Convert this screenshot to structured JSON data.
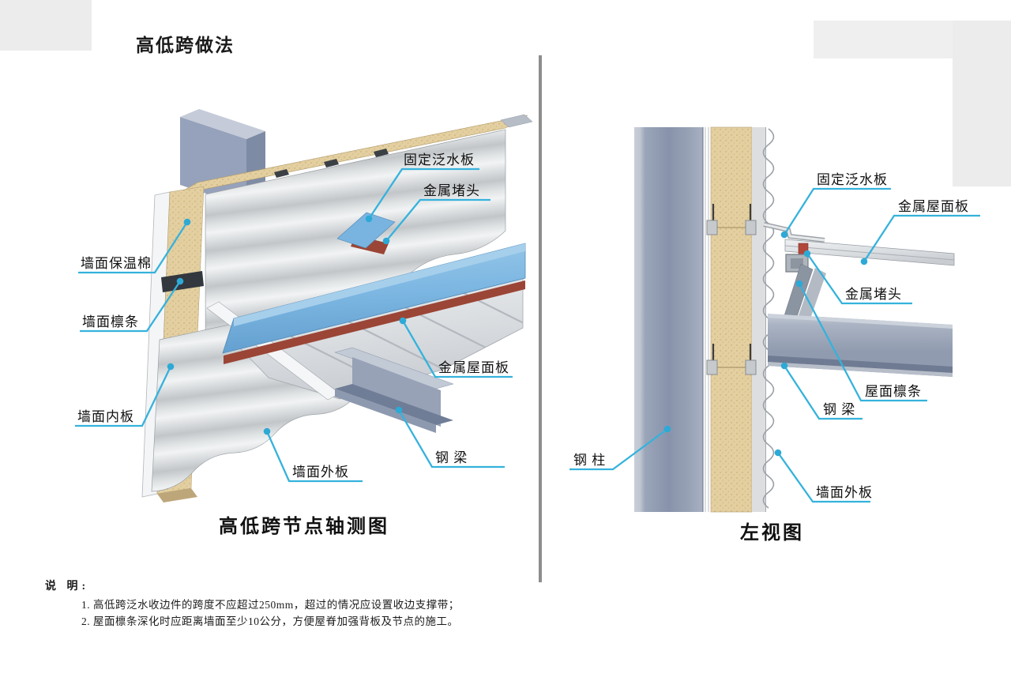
{
  "page": {
    "title": "高低跨做法"
  },
  "left_diagram": {
    "caption": "高低跨节点轴测图",
    "labels": [
      "固定泛水板",
      "金属堵头",
      "墙面保温棉",
      "墙面檩条",
      "墙面内板",
      "金属屋面板",
      "钢 梁",
      "墙面外板"
    ]
  },
  "right_diagram": {
    "caption": "左视图",
    "labels": [
      "固定泛水板",
      "金属屋面板",
      "金属堵头",
      "屋面檩条",
      "钢 梁",
      "墙面外板",
      "钢 柱"
    ]
  },
  "notes": {
    "heading": "说 明:",
    "items": [
      "1. 高低跨泛水收边件的跨度不应超过250mm，超过的情况应设置收边支撑带；",
      "2. 屋面檩条深化时应距离墙面至少10公分，方便屋脊加强背板及节点的施工。"
    ]
  },
  "colors": {
    "leader": "#35b2dc",
    "insulation_tan": "#e3cfa0",
    "flashing_blue": "#7db7e2",
    "steel_gray": "#97a2b7",
    "plug_red": "#9b4536",
    "divider_gray": "#8d8d8d"
  }
}
